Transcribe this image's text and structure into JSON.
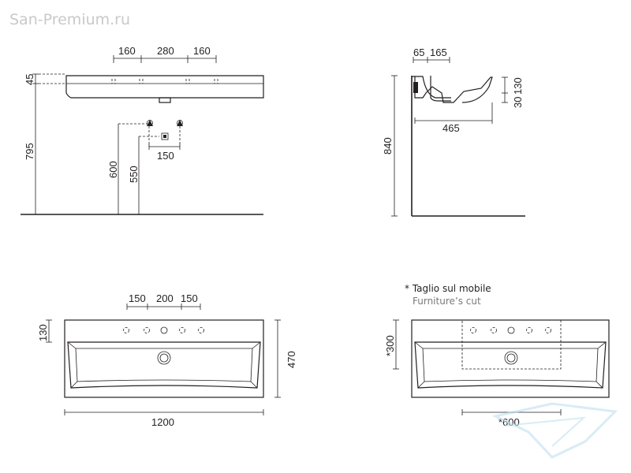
{
  "watermark": "San-Premium.ru",
  "front_view": {
    "top_dims": [
      "160",
      "280",
      "160"
    ],
    "height_45": "45",
    "height_795": "795",
    "height_600": "600",
    "height_550": "550",
    "offset_150": "150"
  },
  "side_view": {
    "dim_65": "65",
    "dim_165": "165",
    "dim_30": "30",
    "dim_130": "130",
    "dim_465": "465",
    "dim_840": "840"
  },
  "plan_view": {
    "top_dims": [
      "150",
      "200",
      "150"
    ],
    "dim_130": "130",
    "dim_470": "470",
    "dim_1200": "1200"
  },
  "cut_view": {
    "note_title": "* Taglio sul mobile",
    "note_subtitle": "Furniture’s cut",
    "dim_300": "*300",
    "dim_600": "*600"
  },
  "colors": {
    "line": "#231f20",
    "watermark": "#c9c9c9",
    "subtitle": "#7a7a7a",
    "logo": "#bfe0ef"
  }
}
